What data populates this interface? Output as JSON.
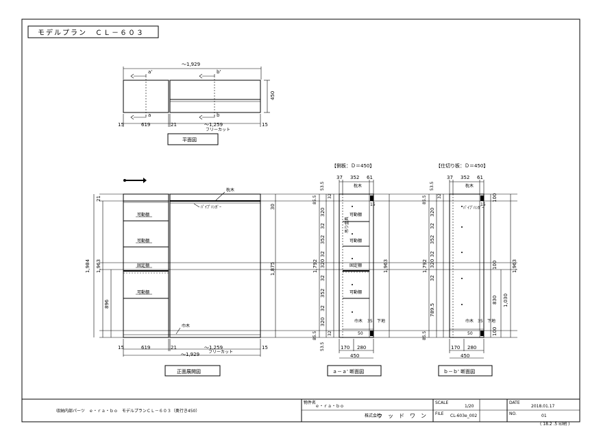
{
  "title_box": "モデルプラン　ＣＬ－６０３",
  "plan_view": {
    "overall_width": "～1,929",
    "depth": "450",
    "section_marks": {
      "a_top": "a'",
      "b_top": "b'",
      "a_bottom": "a",
      "b_bottom": "b"
    },
    "dims": {
      "left_gap": "15",
      "left_unit": "619",
      "mid_gap": "21",
      "right_unit": "～1,259",
      "right_gap": "15"
    },
    "free_cut": "フリーカット",
    "caption": "平面図"
  },
  "section_a": {
    "heading": "【側板：Ｄ＝450】",
    "caption": "ａ－ａ' 断面図"
  },
  "section_b": {
    "heading": "【仕切り板：Ｄ＝450】",
    "caption": "ｂ－ｂ' 断面図"
  },
  "front_view": {
    "caption": "正面展開図",
    "labels": {
      "top_rail": "枕木",
      "pipe_hanger": "ﾊﾟｲﾌﾟﾊﾝｶﾞｰ",
      "movable_shelf": "可動棚",
      "fixed_shelf": "固定棚",
      "bottom_rail": "巾木"
    },
    "dims": {
      "total_h": "1,984",
      "inner_h": "1,963",
      "top": "21",
      "lower": "896",
      "right_30": "30",
      "right_1875": "1,875",
      "left_gap": "15",
      "left_unit": "619",
      "mid_gap": "21",
      "right_unit": "～1,259",
      "right_gap": "15",
      "overall": "～1,929",
      "free_cut": "フリーカット"
    }
  },
  "section_a_dims": {
    "top_widths": [
      "37",
      "352",
      "61"
    ],
    "left_stack": [
      "53.5",
      "32",
      "85.5"
    ],
    "heights": [
      "320",
      "32",
      "352",
      "32",
      "320",
      "32",
      "352",
      "32",
      "320"
    ],
    "total": "1,792",
    "right_total": "1,963",
    "d15": "15",
    "d35": "35",
    "d50": "50",
    "bottom_widths": [
      "170",
      "280"
    ],
    "bottom_total": "450",
    "bottom_left": "53.5",
    "bottom_85": "85.5",
    "bottom_32": "32",
    "top_rail": "枕木",
    "hanger": "吊り金具",
    "movable_shelf": "可動棚",
    "fixed_shelf": "固定棚",
    "bottom_rail": "巾木",
    "floor_fix": "下地"
  },
  "section_b_dims": {
    "top_widths": [
      "37",
      "352",
      "61"
    ],
    "left_stack": [
      "53.5",
      "32",
      "85.5"
    ],
    "heights": [
      "320",
      "32",
      "352",
      "32",
      "320",
      "32",
      "789.5"
    ],
    "total": "1,792",
    "right_total": "1,963",
    "d15": "15",
    "d35": "35",
    "d50": "50",
    "d100_top": "100",
    "d100_mid": "100",
    "d100_bot": "100",
    "d830": "830",
    "d1030": "1,030",
    "bottom_widths": [
      "170",
      "280"
    ],
    "bottom_total": "450",
    "bottom_85": "85.5",
    "top_rail": "枕木",
    "hanger": "ﾊﾟｲﾌﾟﾊﾝｶﾞｰ",
    "bottom_rail": "巾木",
    "floor_fix": "下地"
  },
  "title_block": {
    "product_line": "収納内部パーツ　ｅ・ｒａ・ｂｏ　モデルプランＣＬ－６０３（奥行き450）",
    "project_label": "物件名",
    "project": "ｅ・ｒａ・ｂｏ",
    "company_prefix": "株式会社",
    "company": "ウ　ッ　ド　ワ　ン",
    "scale_label": "SCALE",
    "scale": "1/20",
    "file_label": "FILE",
    "file": "CL-603e_002",
    "date_label": "DATE",
    "date": "2018.01.17",
    "no_label": "NO.",
    "no": "01",
    "revision": "( 18.2 .5  印刷 )"
  }
}
